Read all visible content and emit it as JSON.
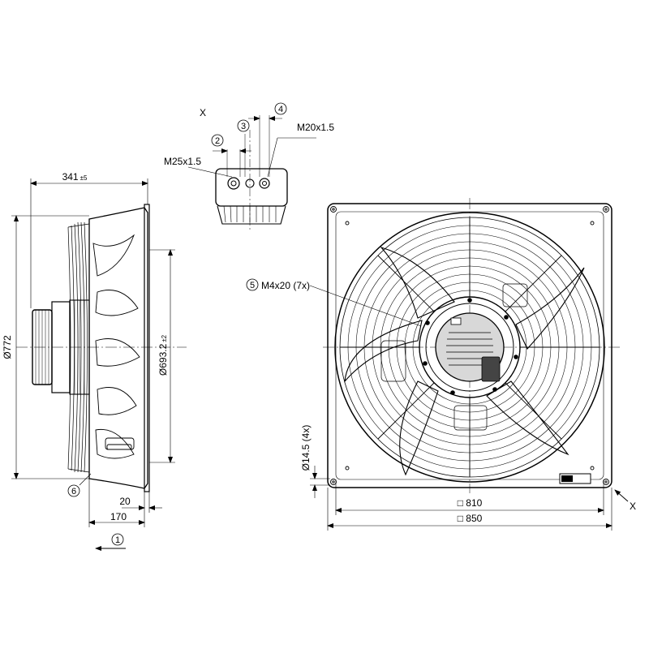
{
  "view_marker": "X",
  "dimensions": {
    "depth_main": "341",
    "depth_tol": "±5",
    "outer_dia": "Ø772",
    "inner_dia": "Ø693.2",
    "inner_dia_tol": "±2",
    "flange_thick": "20",
    "flange_depth": "170",
    "mount_hole": "Ø14.5 (4x)",
    "square_inner": "□ 810",
    "square_outer": "□ 850"
  },
  "threads": {
    "m25": "M25x1.5",
    "m20": "M20x1.5",
    "m4": "M4x20 (7x)"
  },
  "callouts": {
    "c1": "1",
    "c2": "2",
    "c3": "3",
    "c4": "4",
    "c5": "5",
    "c6": "6"
  },
  "view_arrow_label": "X"
}
